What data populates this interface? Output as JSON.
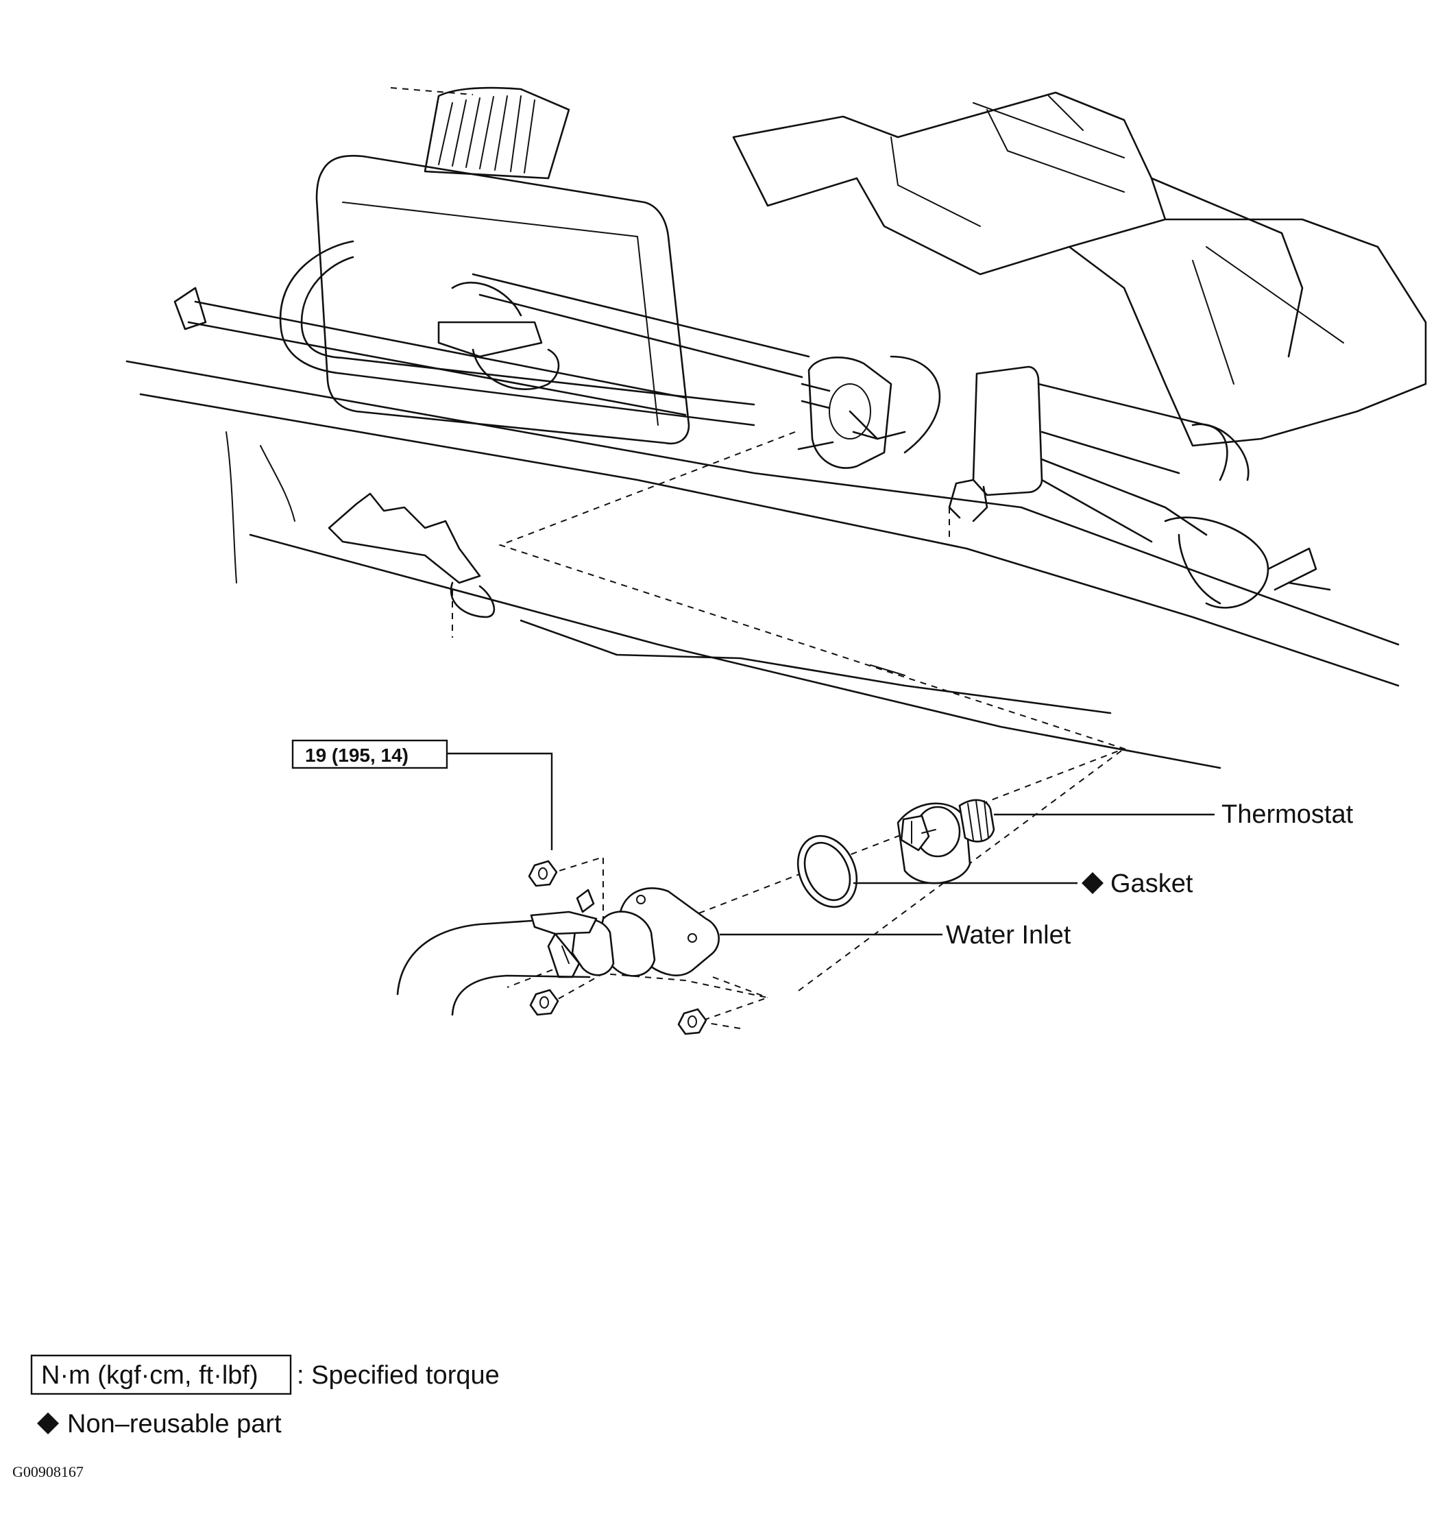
{
  "labels": {
    "thermostat": "Thermostat",
    "gasket": "Gasket",
    "water_inlet": "Water Inlet",
    "nut_torque": "19 (195, 14)"
  },
  "legend": {
    "torque_units": "N·m (kgf·cm, ft·lbf)",
    "torque_desc": ": Specified torque",
    "nonreusable_desc": "Non–reusable part"
  },
  "figure_code": "G00908167",
  "colors": {
    "ink": "#111111",
    "background": "#ffffff"
  },
  "icons": {
    "non_reusable_marker": "black-diamond-icon"
  }
}
